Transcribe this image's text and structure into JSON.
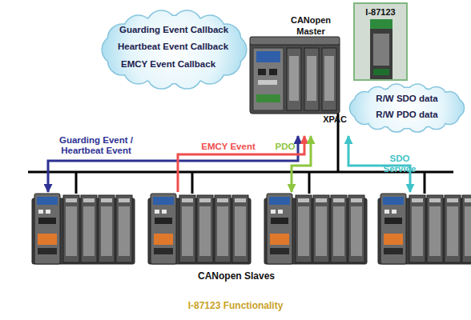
{
  "diagram": {
    "caption": "I-87123 Functionality",
    "nodes": [
      {
        "text": [
          "Guarding Event Callback",
          "Heartbeat Event Callback",
          "EMCY Event Callback"
        ]
      },
      {
        "text": [
          "CANopen Master",
          "XPAC"
        ]
      },
      {
        "text": [
          "I-87123"
        ]
      },
      {
        "text": [
          "R/W SDO data",
          "R/W PDO data"
        ]
      },
      {
        "text": [
          "CANopen Slaves"
        ]
      }
    ],
    "edges": [
      {
        "from": 1,
        "to": 4,
        "arrow": "both",
        "label": "Guarding Event / Heartbeat Event"
      },
      {
        "from": 4,
        "to": 1,
        "arrow": "to",
        "label": "EMCY Event"
      },
      {
        "from": 1,
        "to": 4,
        "arrow": "both",
        "label": "PDO"
      },
      {
        "from": 1,
        "to": 4,
        "arrow": "both",
        "label": "SDO Service"
      }
    ]
  }
}
